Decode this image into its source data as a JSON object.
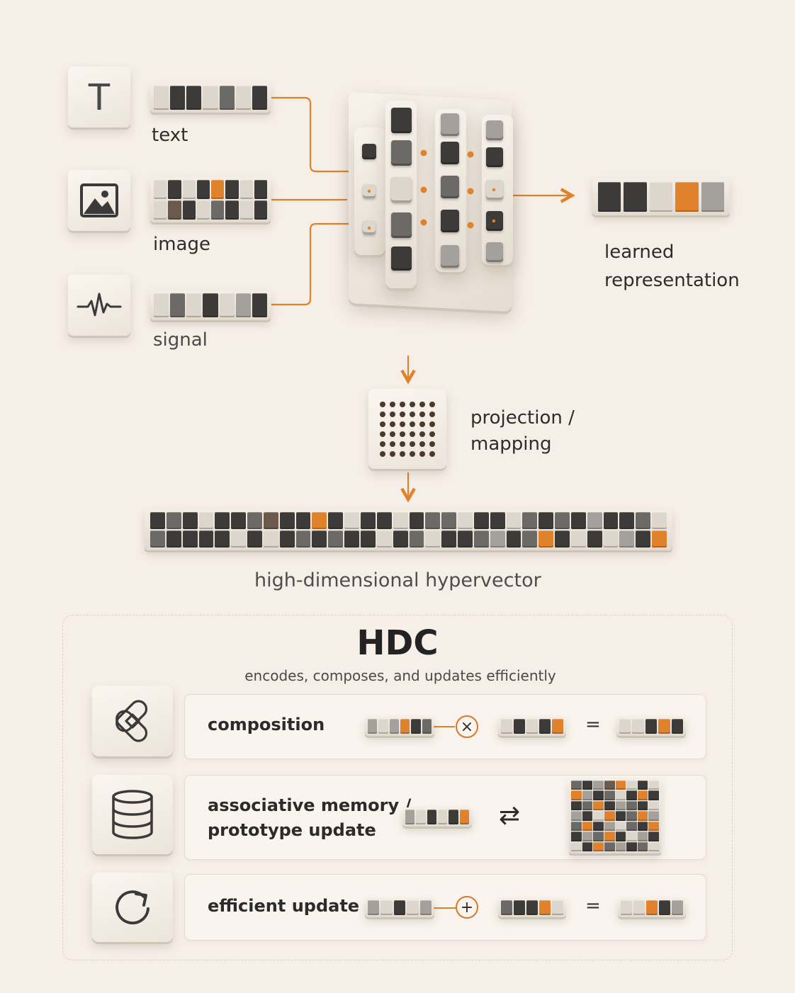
{
  "inputs": [
    {
      "icon": "text-icon",
      "glyph": "T",
      "label": "text"
    },
    {
      "icon": "image-icon",
      "label": "image"
    },
    {
      "icon": "signal-icon",
      "label": "signal"
    }
  ],
  "output_label_line1": "learned",
  "output_label_line2": "representation",
  "projection_label_line1": "projection /",
  "projection_label_line2": "mapping",
  "hypervector_label": "high-dimensional hypervector",
  "hdc": {
    "title": "HDC",
    "subtitle": "encodes, composes, and updates efficiently",
    "rows": [
      {
        "icon": "bind-icon",
        "label_line1": "composition",
        "label_line2": "",
        "operator": "×",
        "equals": "="
      },
      {
        "icon": "database-icon",
        "label_line1": "associative memory /",
        "label_line2": "prototype update",
        "operator": "⇄"
      },
      {
        "icon": "refresh-icon",
        "label_line1": "efficient update",
        "label_line2": "",
        "operator": "+",
        "equals": "="
      }
    ]
  },
  "colors": {
    "accent": "#e0822c",
    "background": "#f6efe8",
    "dark": "#3c3b39",
    "mid": "#6c6a67",
    "gray": "#a4a19c",
    "light": "#dcd6cd"
  }
}
